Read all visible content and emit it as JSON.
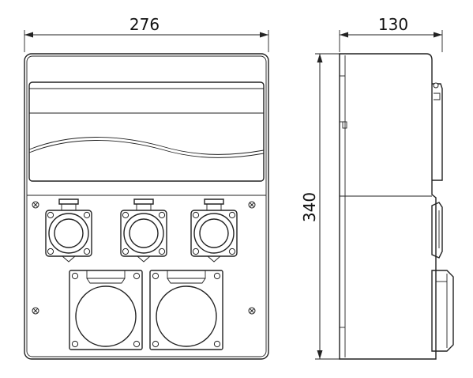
{
  "dimensions": {
    "width": "276",
    "depth": "130",
    "height": "340"
  },
  "colors": {
    "line": "#222222",
    "background": "#ffffff"
  }
}
